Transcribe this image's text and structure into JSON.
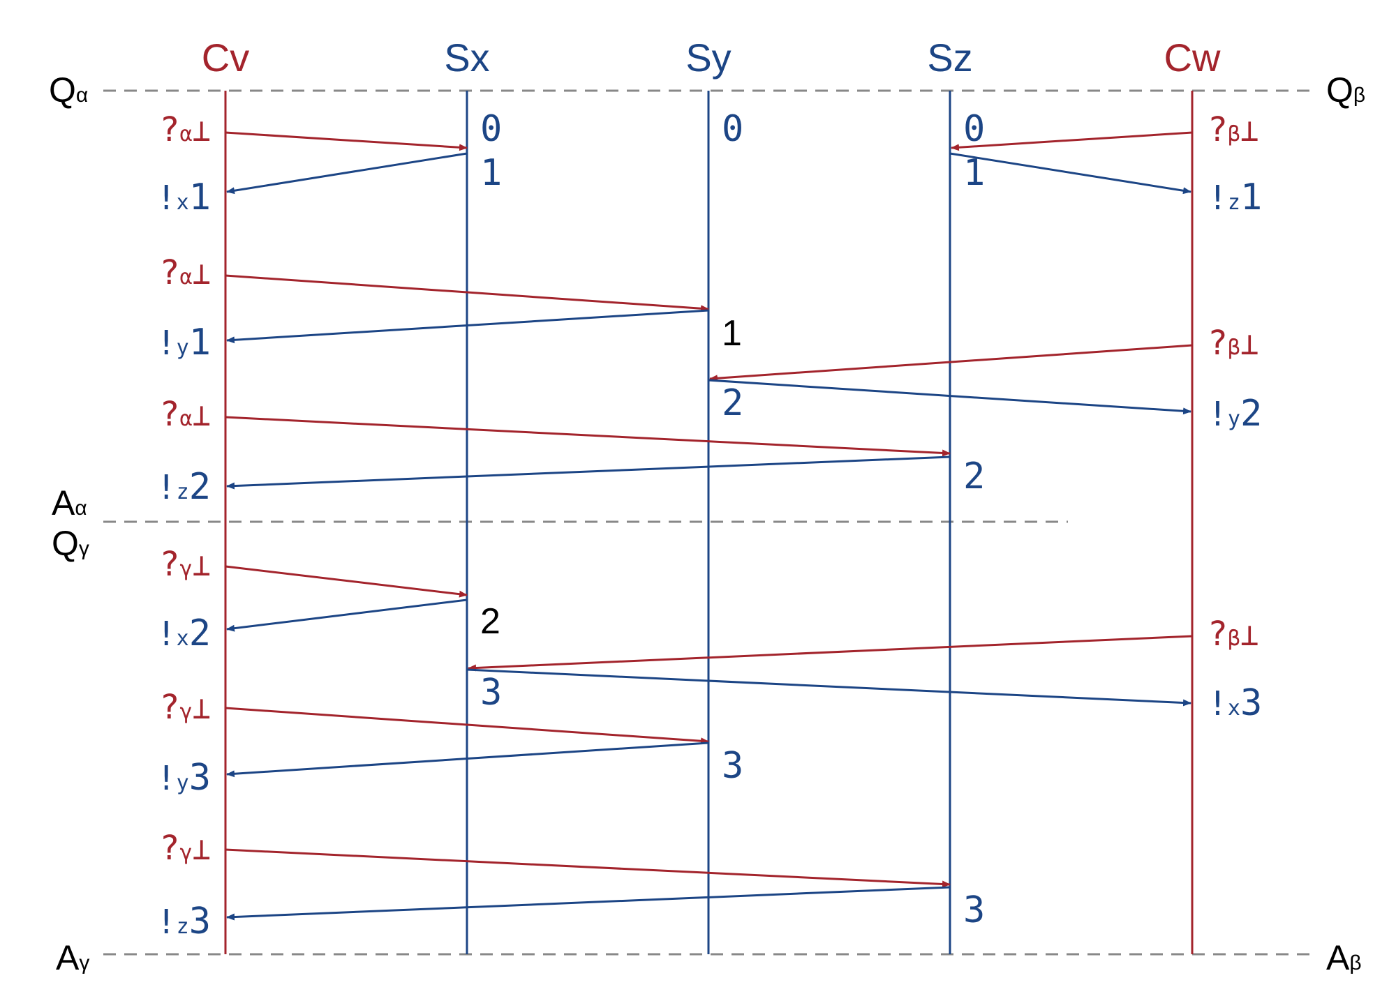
{
  "colors": {
    "client": "#a3242c",
    "server": "#1c4585",
    "dash": "#888888",
    "ink": "#000000"
  },
  "processes": [
    {
      "id": "Cv",
      "label": "Cv",
      "kind": "client"
    },
    {
      "id": "Sx",
      "label": "Sx",
      "kind": "server"
    },
    {
      "id": "Sy",
      "label": "Sy",
      "kind": "server"
    },
    {
      "id": "Sz",
      "label": "Sz",
      "kind": "server"
    },
    {
      "id": "Cw",
      "label": "Cw",
      "kind": "client"
    }
  ],
  "phase_labels": {
    "q_alpha": {
      "main": "Q",
      "sub": "α"
    },
    "q_beta": {
      "main": "Q",
      "sub": "β"
    },
    "a_alpha": {
      "main": "A",
      "sub": "α"
    },
    "q_gamma": {
      "main": "Q",
      "sub": "γ"
    },
    "a_gamma": {
      "main": "A",
      "sub": "γ"
    },
    "a_beta": {
      "main": "A",
      "sub": "β"
    }
  },
  "state_labels": [
    {
      "text": "0",
      "proc": "Sx",
      "row": 0,
      "style": "mono-blue"
    },
    {
      "text": "1",
      "proc": "Sx",
      "row": 1,
      "style": "mono-blue"
    },
    {
      "text": "0",
      "proc": "Sy",
      "row": 0,
      "style": "mono-blue"
    },
    {
      "text": "0",
      "proc": "Sz",
      "row": 0,
      "style": "mono-blue"
    },
    {
      "text": "1",
      "proc": "Sz",
      "row": 1,
      "style": "mono-blue"
    },
    {
      "text": "1",
      "proc": "Sy",
      "row": 2,
      "style": "plain-black"
    },
    {
      "text": "2",
      "proc": "Sy",
      "row": 3,
      "style": "mono-blue"
    },
    {
      "text": "2",
      "proc": "Sz",
      "row": 4,
      "style": "mono-blue"
    },
    {
      "text": "2",
      "proc": "Sx",
      "row": 5,
      "style": "plain-black"
    },
    {
      "text": "3",
      "proc": "Sx",
      "row": 6,
      "style": "mono-blue"
    },
    {
      "text": "3",
      "proc": "Sy",
      "row": 7,
      "style": "mono-blue"
    },
    {
      "text": "3",
      "proc": "Sz",
      "row": 8,
      "style": "mono-blue"
    }
  ],
  "client_labels": [
    {
      "side": "left",
      "sym": "?",
      "sub": "α",
      "val": "⊥",
      "kind": "request",
      "row": "L1"
    },
    {
      "side": "left",
      "sym": "!",
      "sub": "x",
      "val": "1",
      "kind": "reply",
      "row": "L2"
    },
    {
      "side": "left",
      "sym": "?",
      "sub": "α",
      "val": "⊥",
      "kind": "request",
      "row": "L3"
    },
    {
      "side": "left",
      "sym": "!",
      "sub": "y",
      "val": "1",
      "kind": "reply",
      "row": "L4"
    },
    {
      "side": "left",
      "sym": "?",
      "sub": "α",
      "val": "⊥",
      "kind": "request",
      "row": "L5"
    },
    {
      "side": "left",
      "sym": "!",
      "sub": "z",
      "val": "2",
      "kind": "reply",
      "row": "L6"
    },
    {
      "side": "left",
      "sym": "?",
      "sub": "γ",
      "val": "⊥",
      "kind": "request",
      "row": "L7"
    },
    {
      "side": "left",
      "sym": "!",
      "sub": "x",
      "val": "2",
      "kind": "reply",
      "row": "L8"
    },
    {
      "side": "left",
      "sym": "?",
      "sub": "γ",
      "val": "⊥",
      "kind": "request",
      "row": "L9"
    },
    {
      "side": "left",
      "sym": "!",
      "sub": "y",
      "val": "3",
      "kind": "reply",
      "row": "L10"
    },
    {
      "side": "left",
      "sym": "?",
      "sub": "γ",
      "val": "⊥",
      "kind": "request",
      "row": "L11"
    },
    {
      "side": "left",
      "sym": "!",
      "sub": "z",
      "val": "3",
      "kind": "reply",
      "row": "L12"
    },
    {
      "side": "right",
      "sym": "?",
      "sub": "β",
      "val": "⊥",
      "kind": "request",
      "row": "R1"
    },
    {
      "side": "right",
      "sym": "!",
      "sub": "z",
      "val": "1",
      "kind": "reply",
      "row": "R2"
    },
    {
      "side": "right",
      "sym": "?",
      "sub": "β",
      "val": "⊥",
      "kind": "request",
      "row": "R3"
    },
    {
      "side": "right",
      "sym": "!",
      "sub": "y",
      "val": "2",
      "kind": "reply",
      "row": "R4"
    },
    {
      "side": "right",
      "sym": "?",
      "sub": "β",
      "val": "⊥",
      "kind": "request",
      "row": "R5"
    },
    {
      "side": "right",
      "sym": "!",
      "sub": "x",
      "val": "3",
      "kind": "reply",
      "row": "R6"
    }
  ],
  "messages": [
    {
      "from": "Cv",
      "to": "Sx",
      "kind": "request"
    },
    {
      "from": "Sx",
      "to": "Cv",
      "kind": "reply"
    },
    {
      "from": "Cw",
      "to": "Sz",
      "kind": "request"
    },
    {
      "from": "Sz",
      "to": "Cw",
      "kind": "reply"
    },
    {
      "from": "Cv",
      "to": "Sy",
      "kind": "request"
    },
    {
      "from": "Sy",
      "to": "Cv",
      "kind": "reply"
    },
    {
      "from": "Cw",
      "to": "Sy",
      "kind": "request"
    },
    {
      "from": "Sy",
      "to": "Cw",
      "kind": "reply"
    },
    {
      "from": "Cv",
      "to": "Sz",
      "kind": "request"
    },
    {
      "from": "Sz",
      "to": "Cv",
      "kind": "reply"
    },
    {
      "from": "Cv",
      "to": "Sx",
      "kind": "request"
    },
    {
      "from": "Sx",
      "to": "Cv",
      "kind": "reply"
    },
    {
      "from": "Cw",
      "to": "Sx",
      "kind": "request"
    },
    {
      "from": "Sx",
      "to": "Cw",
      "kind": "reply"
    },
    {
      "from": "Cv",
      "to": "Sy",
      "kind": "request"
    },
    {
      "from": "Sy",
      "to": "Cv",
      "kind": "reply"
    },
    {
      "from": "Cv",
      "to": "Sz",
      "kind": "request"
    },
    {
      "from": "Sz",
      "to": "Cv",
      "kind": "reply"
    }
  ]
}
